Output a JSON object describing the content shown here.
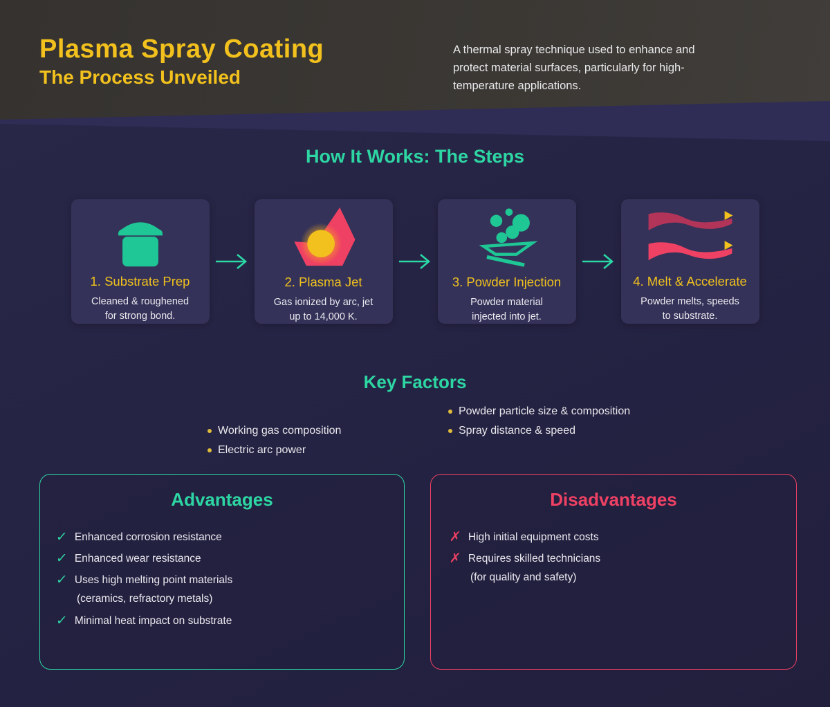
{
  "colors": {
    "accent_yellow": "#f2c11d",
    "accent_teal": "#2dd6a3",
    "accent_pink": "#ef4164",
    "card_background": "#343259",
    "header_background": "#3b3834",
    "page_background": "#252343"
  },
  "header": {
    "title": "Plasma Spray Coating",
    "subtitle": "The Process Unveiled",
    "description": "A thermal spray technique used to enhance and protect material surfaces, particularly for high-temperature applications."
  },
  "steps_section": {
    "title": "How It Works: The Steps",
    "steps": [
      {
        "icon": "substrate-pot-icon",
        "title": "1. Substrate Prep",
        "description": "Cleaned & roughened for strong bond."
      },
      {
        "icon": "plasma-flame-icon",
        "title": "2. Plasma Jet",
        "description": "Gas ionized by arc, jet up to 14,000 K."
      },
      {
        "icon": "powder-funnel-icon",
        "title": "3. Powder Injection",
        "description": "Powder material injected into jet."
      },
      {
        "icon": "jet-streams-icon",
        "title": "4. Melt & Accelerate",
        "description": "Powder melts, speeds to substrate."
      }
    ]
  },
  "key_factors": {
    "title": "Key Factors",
    "left_items": [
      "Working gas composition",
      "Electric arc power"
    ],
    "right_items": [
      "Powder particle size & composition",
      "Spray distance & speed"
    ]
  },
  "advantages": {
    "title": "Advantages",
    "check_glyph": "✓",
    "items": [
      {
        "text": "Enhanced corrosion resistance"
      },
      {
        "text": "Enhanced wear resistance"
      },
      {
        "text": "Uses high melting point materials",
        "note": "(ceramics, refractory metals)"
      },
      {
        "text": "Minimal heat impact on substrate"
      }
    ]
  },
  "disadvantages": {
    "title": "Disadvantages",
    "x_glyph": "✗",
    "items": [
      {
        "text": "High initial equipment costs"
      },
      {
        "text": "Requires skilled technicians",
        "note": "(for quality and safety)"
      }
    ]
  }
}
